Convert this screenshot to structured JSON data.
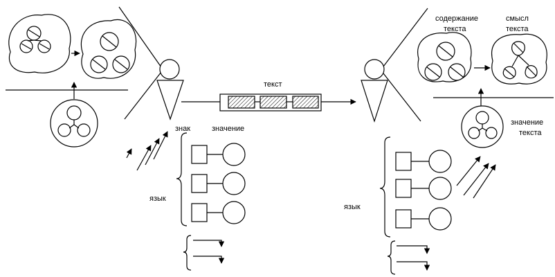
{
  "labels": {
    "text": "текст",
    "sign": "знак",
    "meaning": "значение",
    "language_left": "язык",
    "language_right": "язык",
    "content_line1": "содержание",
    "content_line2": "текста",
    "sense_line1": "смысл",
    "sense_line2": "текста",
    "text_meaning_line1": "значение",
    "text_meaning_line2": "текста"
  }
}
